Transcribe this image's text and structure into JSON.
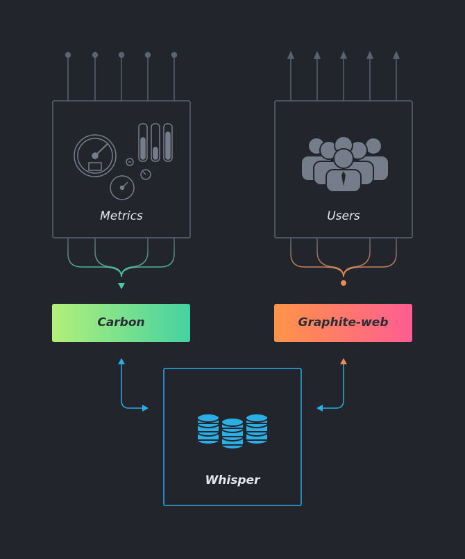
{
  "nodes": {
    "metrics": {
      "label": "Metrics"
    },
    "users": {
      "label": "Users"
    },
    "carbon": {
      "label": "Carbon"
    },
    "graphite_web": {
      "label": "Graphite-web"
    },
    "whisper": {
      "label": "Whisper"
    }
  },
  "colors": {
    "background": "#22252c",
    "box_stroke": "#5b6270",
    "icon_stroke": "#767d8a",
    "carbon_flow": "#4ec9a0",
    "carbon_gradient_start": "#b2f07a",
    "carbon_gradient_end": "#45d2a0",
    "graphite_flow": "#e98c55",
    "graphite_gradient_start": "#ff9448",
    "graphite_gradient_end": "#ff5d92",
    "whisper_accent": "#2aaee4"
  },
  "icons": {
    "metrics": "gauges-and-sliders-icon",
    "users": "user-group-icon",
    "whisper": "database-stack-icon"
  }
}
